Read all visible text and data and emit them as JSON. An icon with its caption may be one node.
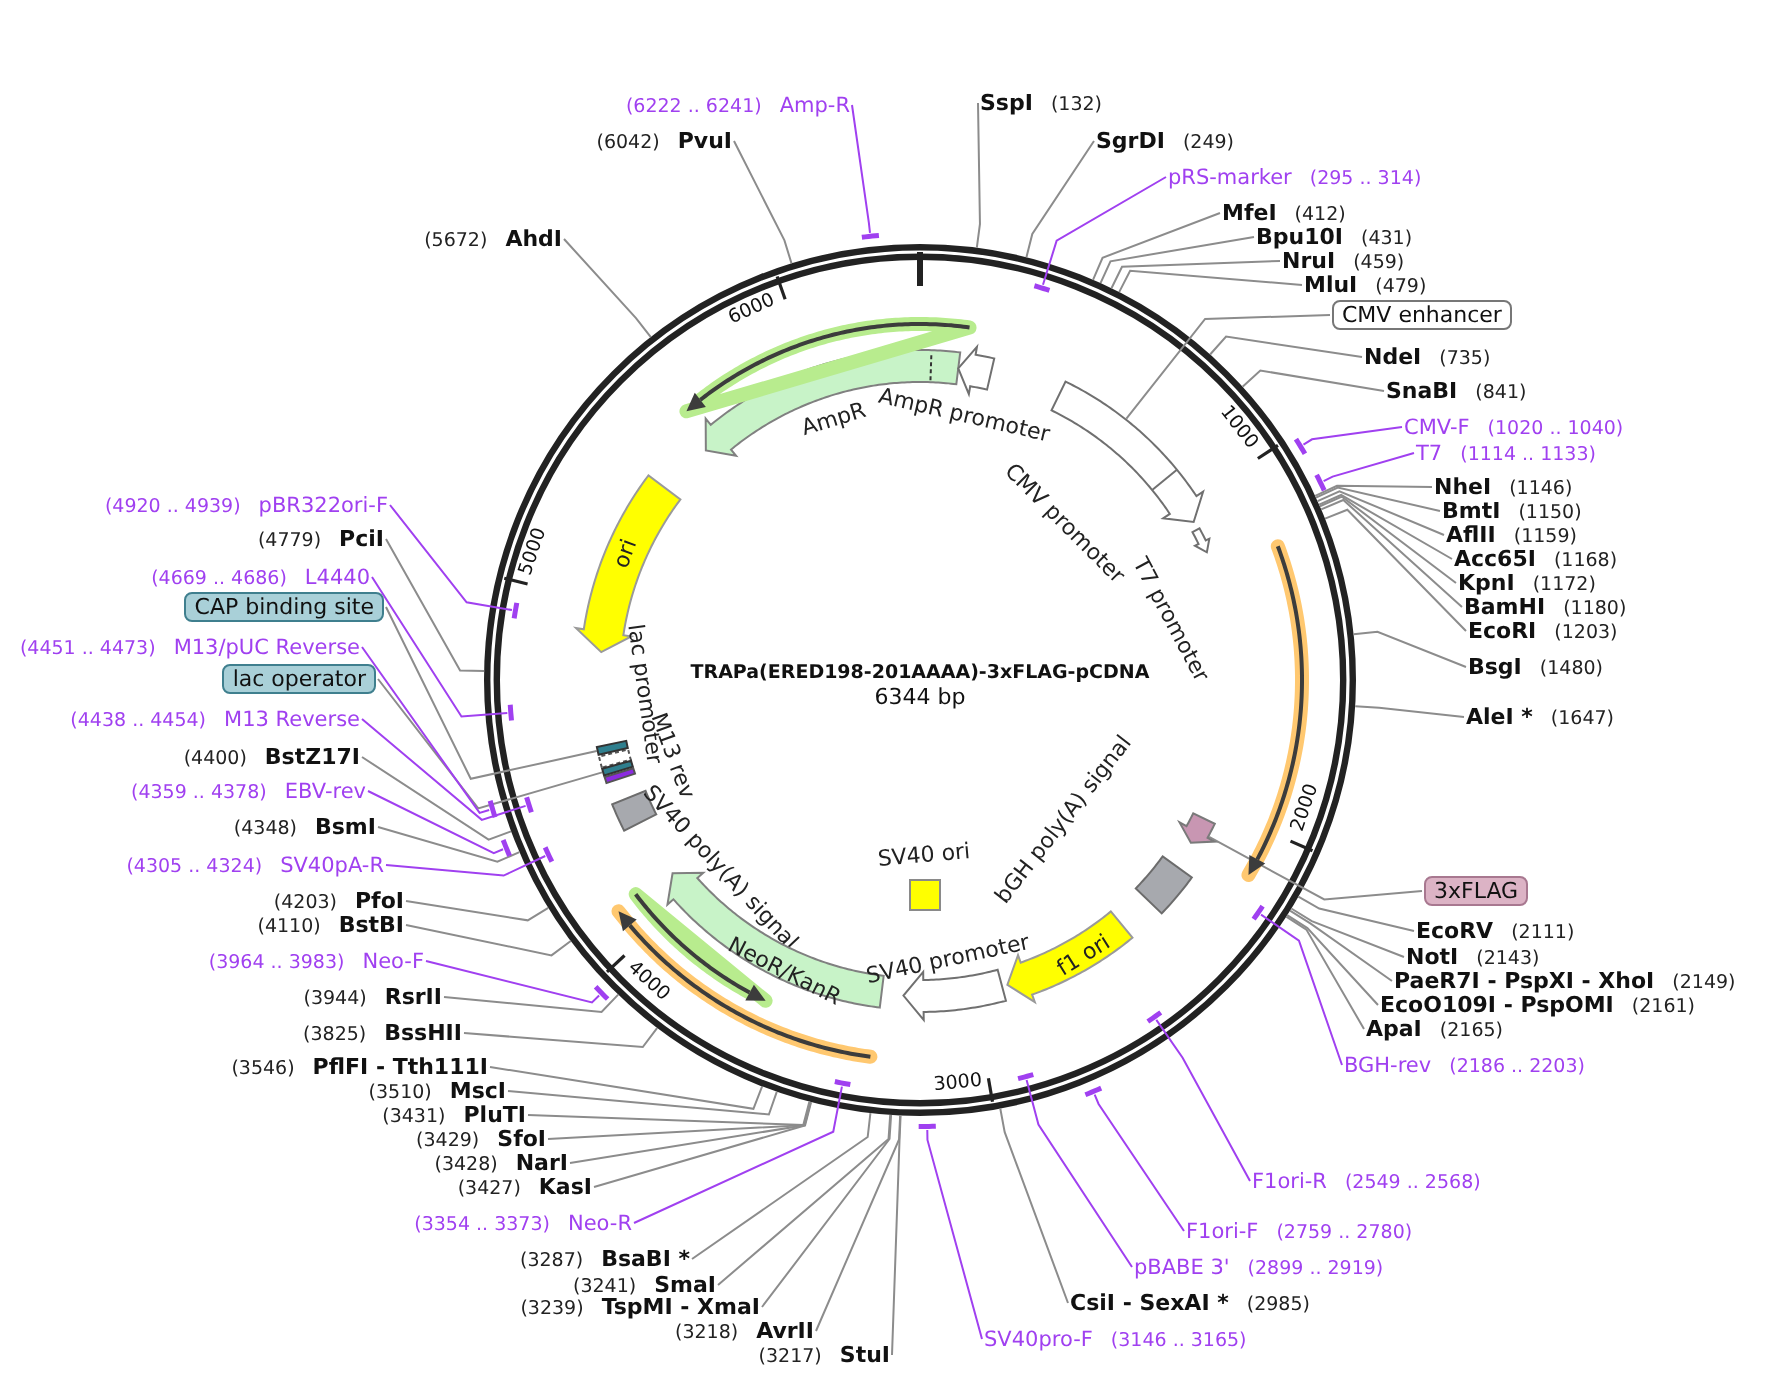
{
  "diagram": {
    "title": "TRAPa(ERED198-201AAAA)-3xFLAG-pCDNA",
    "nodes": [
      {
        "text": [
          "SspI",
          "(132)"
        ]
      },
      {
        "text": [
          "SgrDI",
          "(249)"
        ]
      },
      {
        "text": [
          "pRS-marker",
          "(295 .. 314)"
        ]
      },
      {
        "text": [
          "MfeI",
          "(412)"
        ]
      },
      {
        "text": [
          "Bpu10I",
          "(431)"
        ]
      },
      {
        "text": [
          "NruI",
          "(459)"
        ]
      },
      {
        "text": [
          "MluI",
          "(479)"
        ]
      },
      {
        "text": [
          "CMV enhancer"
        ]
      },
      {
        "text": [
          "NdeI",
          "(735)"
        ]
      },
      {
        "text": [
          "SnaBI",
          "(841)"
        ]
      },
      {
        "text": [
          "CMV-F",
          "(1020 .. 1040)"
        ]
      },
      {
        "text": [
          "T7",
          "(1114 .. 1133)"
        ]
      },
      {
        "text": [
          "NheI",
          "(1146)"
        ]
      },
      {
        "text": [
          "BmtI",
          "(1150)"
        ]
      },
      {
        "text": [
          "AflII",
          "(1159)"
        ]
      },
      {
        "text": [
          "Acc65I",
          "(1168)"
        ]
      },
      {
        "text": [
          "KpnI",
          "(1172)"
        ]
      },
      {
        "text": [
          "BamHI",
          "(1180)"
        ]
      },
      {
        "text": [
          "EcoRI",
          "(1203)"
        ]
      },
      {
        "text": [
          "BsgI",
          "(1480)"
        ]
      },
      {
        "text": [
          "AleI *",
          "(1647)"
        ]
      },
      {
        "text": [
          "3xFLAG"
        ]
      },
      {
        "text": [
          "EcoRV",
          "(2111)"
        ]
      },
      {
        "text": [
          "NotI",
          "(2143)"
        ]
      },
      {
        "text": [
          "PaeR7I - PspXI - XhoI",
          "(2149)"
        ]
      },
      {
        "text": [
          "EcoO109I - PspOMI",
          "(2161)"
        ]
      },
      {
        "text": [
          "ApaI",
          "(2165)"
        ]
      },
      {
        "text": [
          "BGH-rev",
          "(2186 .. 2203)"
        ]
      },
      {
        "text": [
          "F1ori-R",
          "(2549 .. 2568)"
        ]
      },
      {
        "text": [
          "F1ori-F",
          "(2759 .. 2780)"
        ]
      },
      {
        "text": [
          "pBABE 3'",
          "(2899 .. 2919)"
        ]
      },
      {
        "text": [
          "CsiI - SexAI *",
          "(2985)"
        ]
      },
      {
        "text": [
          "SV40pro-F",
          "(3146 .. 3165)"
        ]
      },
      {
        "text": [
          "(3217)",
          "StuI"
        ]
      },
      {
        "text": [
          "(3218)",
          "AvrII"
        ]
      },
      {
        "text": [
          "(3239)",
          "TspMI - XmaI"
        ]
      },
      {
        "text": [
          "(3241)",
          "SmaI"
        ]
      },
      {
        "text": [
          "(3287)",
          "BsaBI *"
        ]
      },
      {
        "text": [
          "(3354 .. 3373)",
          "Neo-R"
        ]
      },
      {
        "text": [
          "(3427)",
          "KasI"
        ]
      },
      {
        "text": [
          "(3428)",
          "NarI"
        ]
      },
      {
        "text": [
          "(3429)",
          "SfoI"
        ]
      },
      {
        "text": [
          "(3431)",
          "PluTI"
        ]
      },
      {
        "text": [
          "(3510)",
          "MscI"
        ]
      },
      {
        "text": [
          "(3546)",
          "PflFI - Tth111I"
        ]
      },
      {
        "text": [
          "(3825)",
          "BssHII"
        ]
      },
      {
        "text": [
          "(3944)",
          "RsrII"
        ]
      },
      {
        "text": [
          "(3964 .. 3983)",
          "Neo-F"
        ]
      },
      {
        "text": [
          "(4110)",
          "BstBI"
        ]
      },
      {
        "text": [
          "(4203)",
          "PfoI"
        ]
      },
      {
        "text": [
          "(4305 .. 4324)",
          "SV40pA-R"
        ]
      },
      {
        "text": [
          "(4348)",
          "BsmI"
        ]
      },
      {
        "text": [
          "(4359 .. 4378)",
          "EBV-rev"
        ]
      },
      {
        "text": [
          "(4400)",
          "BstZ17I"
        ]
      },
      {
        "text": [
          "(4438 .. 4454)",
          "M13 Reverse"
        ]
      },
      {
        "text": [
          "lac operator"
        ]
      },
      {
        "text": [
          "(4451 .. 4473)",
          "M13/pUC Reverse"
        ]
      },
      {
        "text": [
          "CAP binding site"
        ]
      },
      {
        "text": [
          "(4669 .. 4686)",
          "L4440"
        ]
      },
      {
        "text": [
          "(4779)",
          "PciI"
        ]
      },
      {
        "text": [
          "(4920 .. 4939)",
          "pBR322ori-F"
        ]
      },
      {
        "text": [
          "(5672)",
          "AhdI"
        ]
      },
      {
        "text": [
          "(6042)",
          "PvuI"
        ]
      },
      {
        "text": [
          "(6222 .. 6241)",
          "Amp-R"
        ]
      },
      {
        "text": [],
        "shape": "circle"
      },
      {
        "text": [
          "AmpR"
        ],
        "in": 64
      },
      {
        "text": [
          "AmpR promoter"
        ],
        "in": 64
      },
      {
        "text": [
          "CMV promoter"
        ],
        "in": 64
      },
      {
        "text": [
          "T7 promoter"
        ],
        "in": 64
      },
      {
        "text": [
          "ori"
        ],
        "in": 64
      },
      {
        "text": [
          "lac promoter"
        ],
        "in": 64
      },
      {
        "text": [
          "M13 rev"
        ],
        "in": 64
      },
      {
        "text": [
          "SV40 poly(A) signal"
        ],
        "in": 64
      },
      {
        "text": [
          "NeoR/KanR"
        ],
        "in": 64
      },
      {
        "text": [
          "SV40 promoter"
        ],
        "in": 64
      },
      {
        "text": [
          "SV40 ori"
        ],
        "in": 64
      },
      {
        "text": [
          "f1 ori"
        ],
        "in": 64
      },
      {
        "text": [
          "bGH poly(A) signal"
        ],
        "in": 64
      },
      {
        "text": [],
        "shape": "arrow",
        "in": 64
      },
      {
        "text": [],
        "shape": "bar",
        "in": 64
      },
      {
        "text": [],
        "shape": "bar",
        "in": 64
      },
      {
        "text": [],
        "shape": "bar",
        "in": 64
      },
      {
        "text": [],
        "shape": "bar"
      },
      {
        "text": [],
        "shape": "bar"
      },
      {
        "text": [],
        "shape": "bar",
        "in": 64
      },
      {
        "text": [],
        "shape": "bar",
        "in": 64
      },
      {
        "text": [],
        "shape": "bar"
      },
      {
        "text": [],
        "shape": "bar",
        "in": 64
      },
      {
        "text": [],
        "shape": "bar"
      },
      {
        "text": [],
        "shape": "bar",
        "in": 64
      },
      {
        "text": [],
        "shape": "bar"
      },
      {
        "text": [],
        "shape": "bar",
        "in": 64
      },
      {
        "text": [],
        "shape": "bar"
      },
      {
        "text": [],
        "shape": "bar",
        "in": 64
      },
      {
        "text": [],
        "shape": "bar"
      },
      {
        "text": [],
        "shape": "bar",
        "in": 64
      },
      {
        "text": [],
        "shape": "bar",
        "in": 64
      },
      {
        "text": [],
        "shape": "bar"
      },
      {
        "text": [],
        "shape": "arrow",
        "in": 64
      },
      {
        "text": [],
        "shape": "arrow",
        "in": 64
      },
      {
        "text": [],
        "shape": "arrow",
        "in": 64
      },
      {
        "text": [],
        "shape": "arrow",
        "in": 64
      }
    ],
    "edges": [
      {
        "from": 0,
        "to": 64,
        "arrow": "none"
      },
      {
        "from": 1,
        "to": 64,
        "arrow": "none"
      },
      {
        "from": 2,
        "to": 81,
        "arrow": "none",
        "color": "#a040f0"
      },
      {
        "from": 3,
        "to": 64,
        "arrow": "none"
      },
      {
        "from": 4,
        "to": 64,
        "arrow": "none"
      },
      {
        "from": 5,
        "to": 64,
        "arrow": "none"
      },
      {
        "from": 6,
        "to": 64,
        "arrow": "none"
      },
      {
        "from": 7,
        "to": 67,
        "arrow": "none"
      },
      {
        "from": 8,
        "to": 64,
        "arrow": "none"
      },
      {
        "from": 9,
        "to": 64,
        "arrow": "none"
      },
      {
        "from": 10,
        "to": 82,
        "arrow": "none",
        "color": "#a040f0"
      },
      {
        "from": 11,
        "to": 83,
        "arrow": "none",
        "color": "#a040f0"
      },
      {
        "from": 12,
        "to": 64,
        "arrow": "none"
      },
      {
        "from": 13,
        "to": 64,
        "arrow": "none"
      },
      {
        "from": 14,
        "to": 64,
        "arrow": "none"
      },
      {
        "from": 15,
        "to": 64,
        "arrow": "none"
      },
      {
        "from": 16,
        "to": 64,
        "arrow": "none"
      },
      {
        "from": 17,
        "to": 64,
        "arrow": "none"
      },
      {
        "from": 18,
        "to": 64,
        "arrow": "none"
      },
      {
        "from": 19,
        "to": 64,
        "arrow": "none"
      },
      {
        "from": 20,
        "to": 64,
        "arrow": "none"
      },
      {
        "from": 21,
        "to": 78,
        "arrow": "none"
      },
      {
        "from": 22,
        "to": 64,
        "arrow": "none"
      },
      {
        "from": 23,
        "to": 64,
        "arrow": "none"
      },
      {
        "from": 24,
        "to": 64,
        "arrow": "none"
      },
      {
        "from": 25,
        "to": 64,
        "arrow": "none"
      },
      {
        "from": 26,
        "to": 64,
        "arrow": "none"
      },
      {
        "from": 27,
        "to": 84,
        "arrow": "none",
        "color": "#a040f0"
      },
      {
        "from": 28,
        "to": 85,
        "arrow": "none",
        "color": "#a040f0"
      },
      {
        "from": 29,
        "to": 86,
        "arrow": "none",
        "color": "#a040f0"
      },
      {
        "from": 30,
        "to": 87,
        "arrow": "none",
        "color": "#a040f0"
      },
      {
        "from": 31,
        "to": 64,
        "arrow": "none"
      },
      {
        "from": 32,
        "to": 88,
        "arrow": "none",
        "color": "#a040f0"
      },
      {
        "from": 33,
        "to": 64,
        "arrow": "none"
      },
      {
        "from": 34,
        "to": 64,
        "arrow": "none"
      },
      {
        "from": 35,
        "to": 64,
        "arrow": "none"
      },
      {
        "from": 36,
        "to": 64,
        "arrow": "none"
      },
      {
        "from": 37,
        "to": 64,
        "arrow": "none"
      },
      {
        "from": 38,
        "to": 89,
        "arrow": "none",
        "color": "#a040f0"
      },
      {
        "from": 39,
        "to": 64,
        "arrow": "none"
      },
      {
        "from": 40,
        "to": 64,
        "arrow": "none"
      },
      {
        "from": 41,
        "to": 64,
        "arrow": "none"
      },
      {
        "from": 42,
        "to": 64,
        "arrow": "none"
      },
      {
        "from": 43,
        "to": 64,
        "arrow": "none"
      },
      {
        "from": 44,
        "to": 64,
        "arrow": "none"
      },
      {
        "from": 45,
        "to": 64,
        "arrow": "none"
      },
      {
        "from": 46,
        "to": 64,
        "arrow": "none"
      },
      {
        "from": 47,
        "to": 90,
        "arrow": "none",
        "color": "#a040f0"
      },
      {
        "from": 48,
        "to": 64,
        "arrow": "none"
      },
      {
        "from": 49,
        "to": 64,
        "arrow": "none"
      },
      {
        "from": 50,
        "to": 91,
        "arrow": "none",
        "color": "#a040f0"
      },
      {
        "from": 51,
        "to": 64,
        "arrow": "none"
      },
      {
        "from": 52,
        "to": 92,
        "arrow": "none",
        "color": "#a040f0"
      },
      {
        "from": 53,
        "to": 64,
        "arrow": "none"
      },
      {
        "from": 54,
        "to": 93,
        "arrow": "none",
        "color": "#a040f0"
      },
      {
        "from": 55,
        "to": 80,
        "arrow": "none"
      },
      {
        "from": 56,
        "to": 94,
        "arrow": "none",
        "color": "#a040f0"
      },
      {
        "from": 57,
        "to": 79,
        "arrow": "none"
      },
      {
        "from": 58,
        "to": 95,
        "arrow": "none",
        "color": "#a040f0"
      },
      {
        "from": 59,
        "to": 64,
        "arrow": "none"
      },
      {
        "from": 60,
        "to": 96,
        "arrow": "none",
        "color": "#a040f0"
      },
      {
        "from": 61,
        "to": 64,
        "arrow": "none"
      },
      {
        "from": 62,
        "to": 64,
        "arrow": "none"
      },
      {
        "from": 63,
        "to": 97,
        "arrow": "none",
        "color": "#a040f0"
      }
    ],
    "labels": [
      "6000",
      "1000",
      "5000",
      "6344 bp",
      "2000",
      "4000",
      "3000"
    ]
  }
}
